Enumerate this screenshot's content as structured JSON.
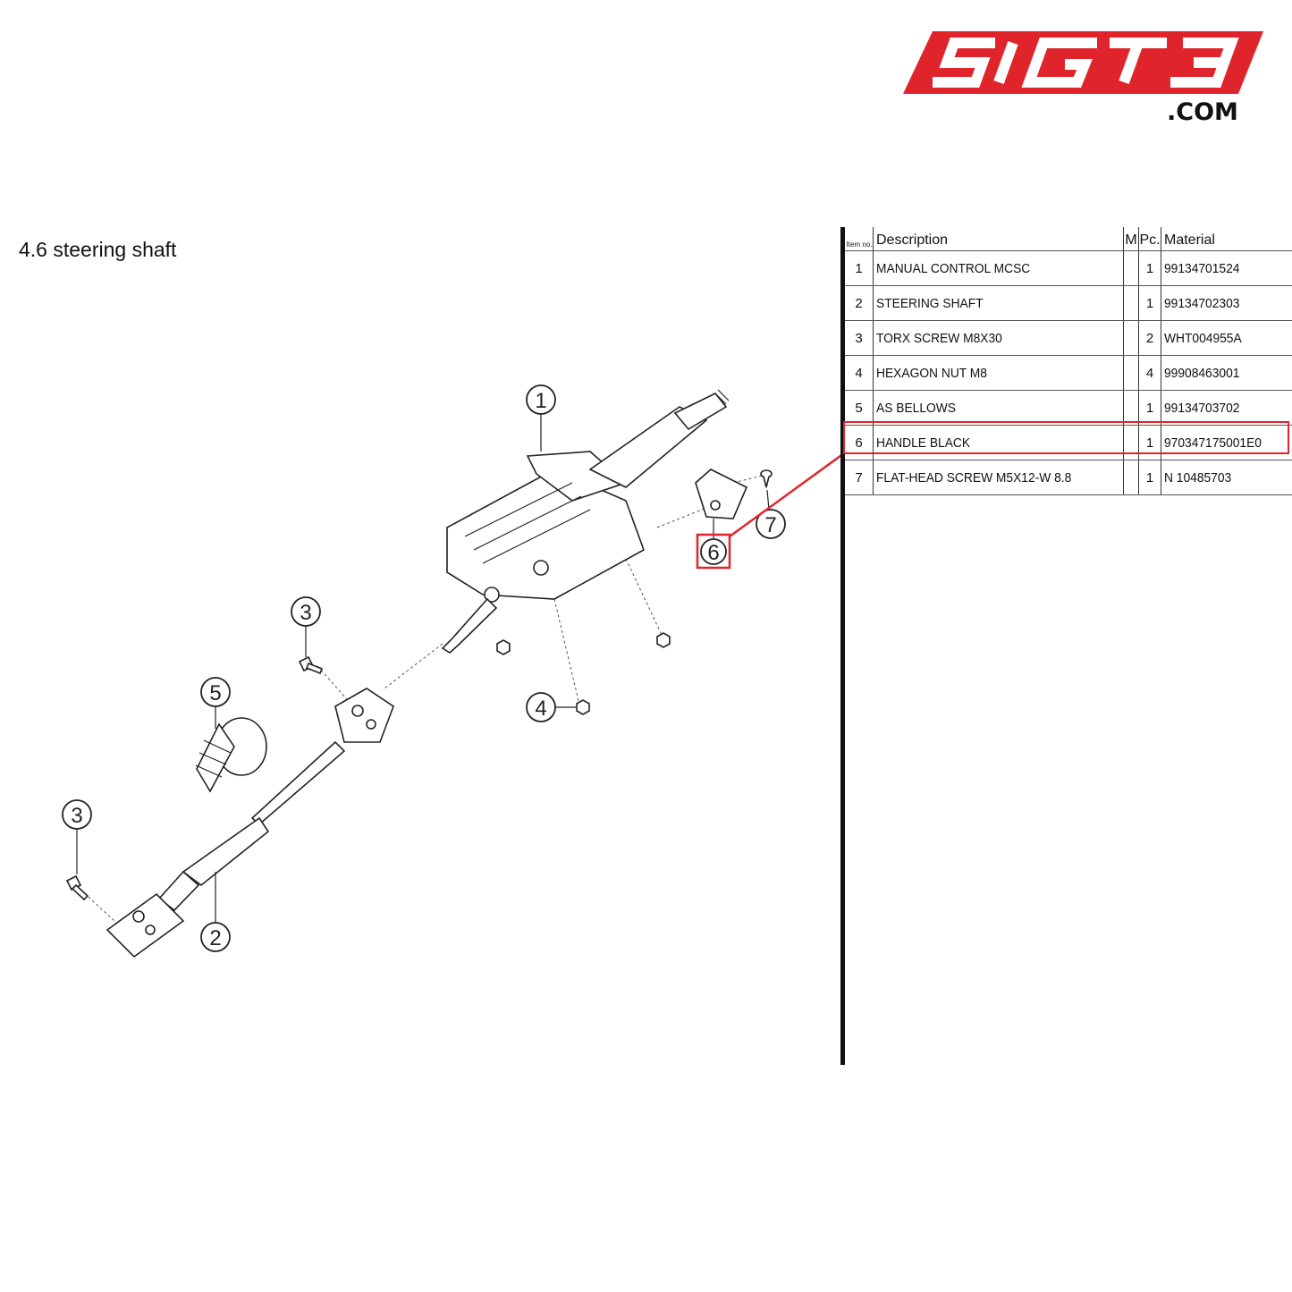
{
  "logo": {
    "brand_text": "SIGT3",
    "domain_suffix": ".COM",
    "brand_color": "#e0242b"
  },
  "page": {
    "title": "4.6  steering shaft"
  },
  "table": {
    "headers": {
      "item_no": "Item no.",
      "description": "Description",
      "m": "M",
      "pc": "Pc.",
      "material": "Material"
    },
    "rows": [
      {
        "item": "1",
        "description": "MANUAL CONTROL MCSC",
        "m": "",
        "pc": "1",
        "material": "99134701524"
      },
      {
        "item": "2",
        "description": "STEERING SHAFT",
        "m": "",
        "pc": "1",
        "material": "99134702303"
      },
      {
        "item": "3",
        "description": "TORX SCREW M8X30",
        "m": "",
        "pc": "2",
        "material": "WHT004955A"
      },
      {
        "item": "4",
        "description": "HEXAGON NUT M8",
        "m": "",
        "pc": "4",
        "material": "99908463001"
      },
      {
        "item": "5",
        "description": "AS BELLOWS",
        "m": "",
        "pc": "1",
        "material": "99134703702"
      },
      {
        "item": "6",
        "description": "HANDLE BLACK",
        "m": "",
        "pc": "1",
        "material": "970347175001E0"
      },
      {
        "item": "7",
        "description": "FLAT-HEAD SCREW M5X12-W 8.8",
        "m": "",
        "pc": "1",
        "material": "N 10485703"
      }
    ],
    "highlighted_item": "6",
    "highlight_color": "#e0242b"
  },
  "diagram": {
    "callouts": [
      {
        "label": "1"
      },
      {
        "label": "2"
      },
      {
        "label": "3"
      },
      {
        "label": "3"
      },
      {
        "label": "4"
      },
      {
        "label": "5"
      },
      {
        "label": "6"
      },
      {
        "label": "7"
      }
    ],
    "highlighted_callout": "6"
  }
}
